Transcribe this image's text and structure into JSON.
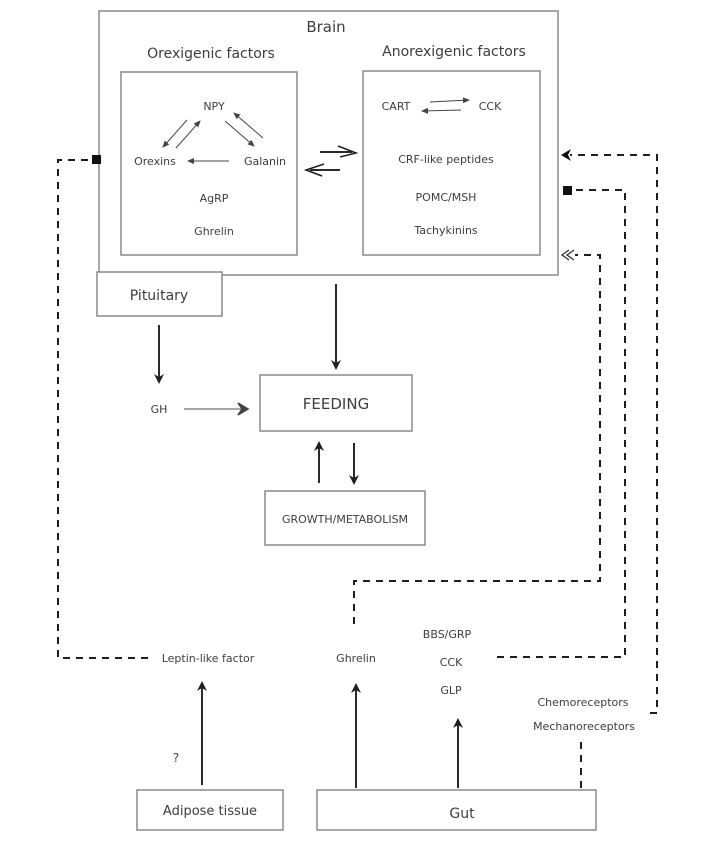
{
  "diagram": {
    "brain": {
      "title": "Brain",
      "orexigenic": {
        "title": "Orexigenic factors",
        "items": [
          "NPY",
          "Orexins",
          "Galanin",
          "AgRP",
          "Ghrelin"
        ]
      },
      "anorexigenic": {
        "title": "Anorexigenic factors",
        "items": [
          "CART",
          "CCK",
          "CRF-like peptides",
          "POMC/MSH",
          "Tachykinins"
        ]
      }
    },
    "pituitary": "Pituitary",
    "gh": "GH",
    "feeding": "FEEDING",
    "growth_metabolism": "GROWTH/METABOLISM",
    "leptin_like_factor": "Leptin-like factor",
    "question_mark": "?",
    "adipose_tissue": "Adipose tissue",
    "gut_ghrelin": "Ghrelin",
    "gut_peptides": [
      "BBS/GRP",
      "CCK",
      "GLP"
    ],
    "chemoreceptors": "Chemoreceptors",
    "mechanoreceptors": "Mechanoreceptors",
    "gut": "Gut"
  }
}
